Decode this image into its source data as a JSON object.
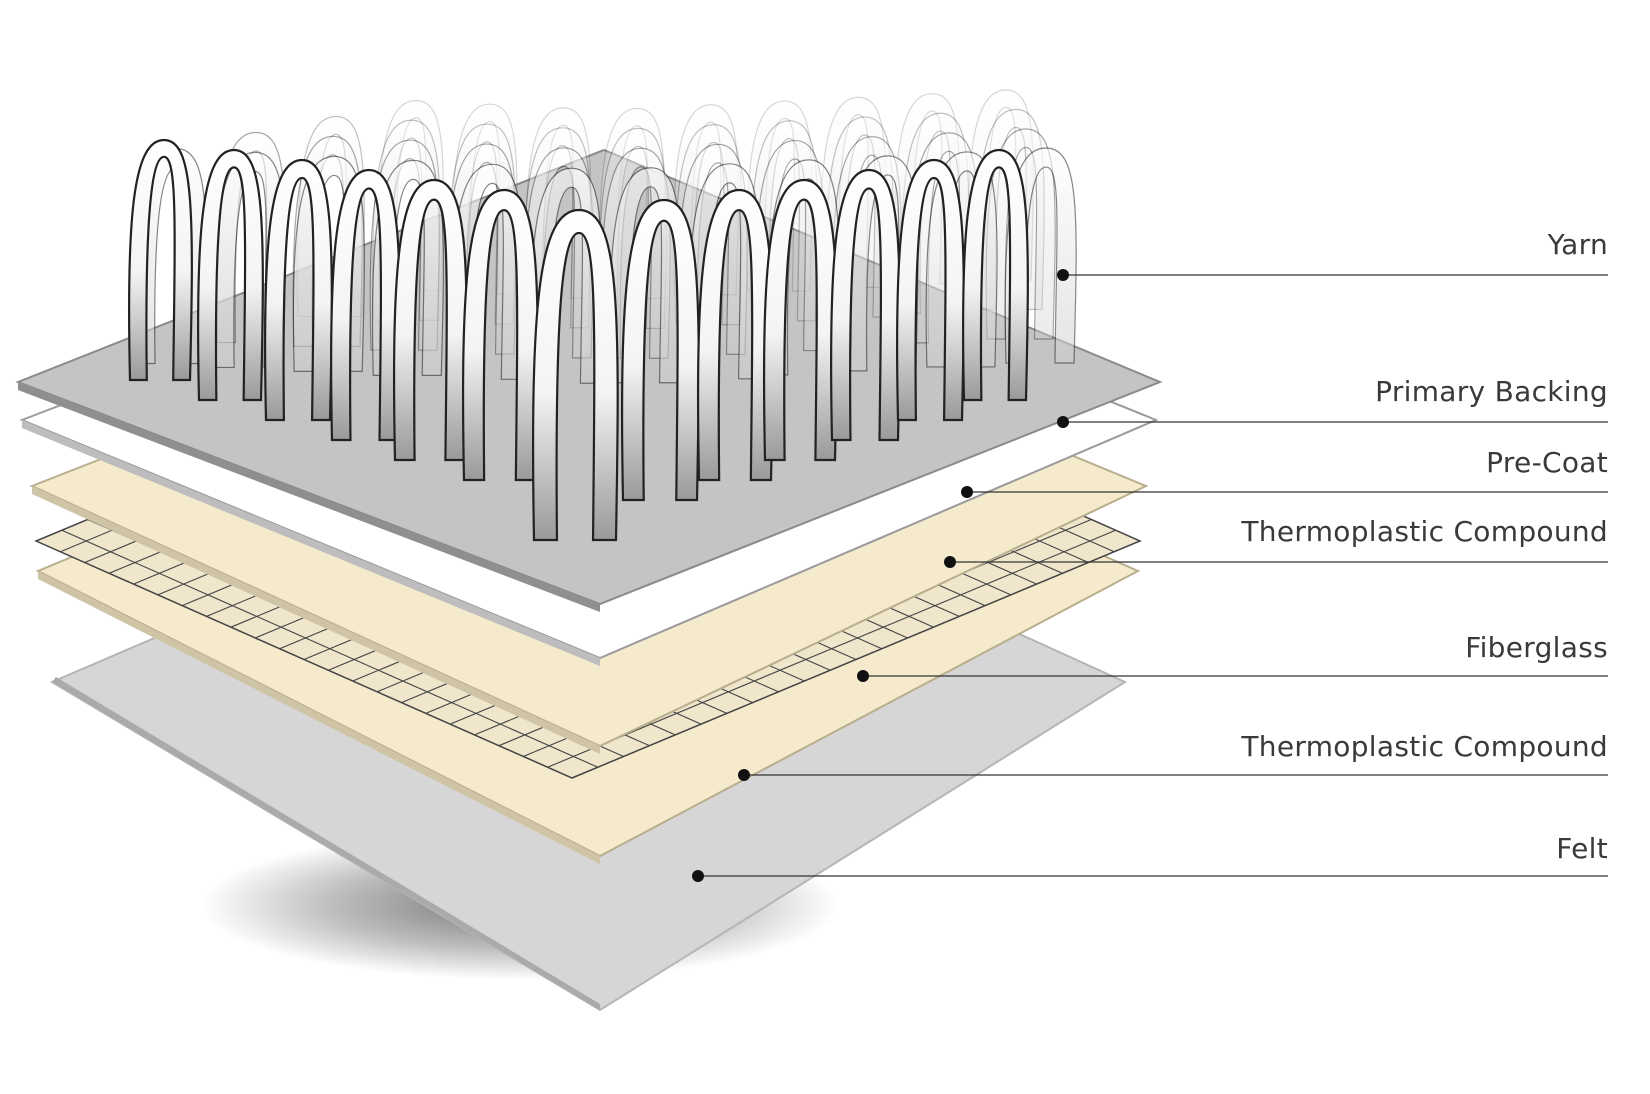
{
  "layers": [
    {
      "id": "yarn",
      "label": "Yarn"
    },
    {
      "id": "primary-backing",
      "label": "Primary Backing",
      "color": "#c9c9c9"
    },
    {
      "id": "pre-coat",
      "label": "Pre-Coat",
      "color": "#ffffff"
    },
    {
      "id": "thermoplastic-top",
      "label": "Thermoplastic Compound",
      "color": "#f5ebcc"
    },
    {
      "id": "fiberglass",
      "label": "Fiberglass",
      "color": "#f2e8cc"
    },
    {
      "id": "thermoplastic-bottom",
      "label": "Thermoplastic Compound",
      "color": "#f5ebcc"
    },
    {
      "id": "felt",
      "label": "Felt",
      "color": "#d9d9d9"
    }
  ]
}
